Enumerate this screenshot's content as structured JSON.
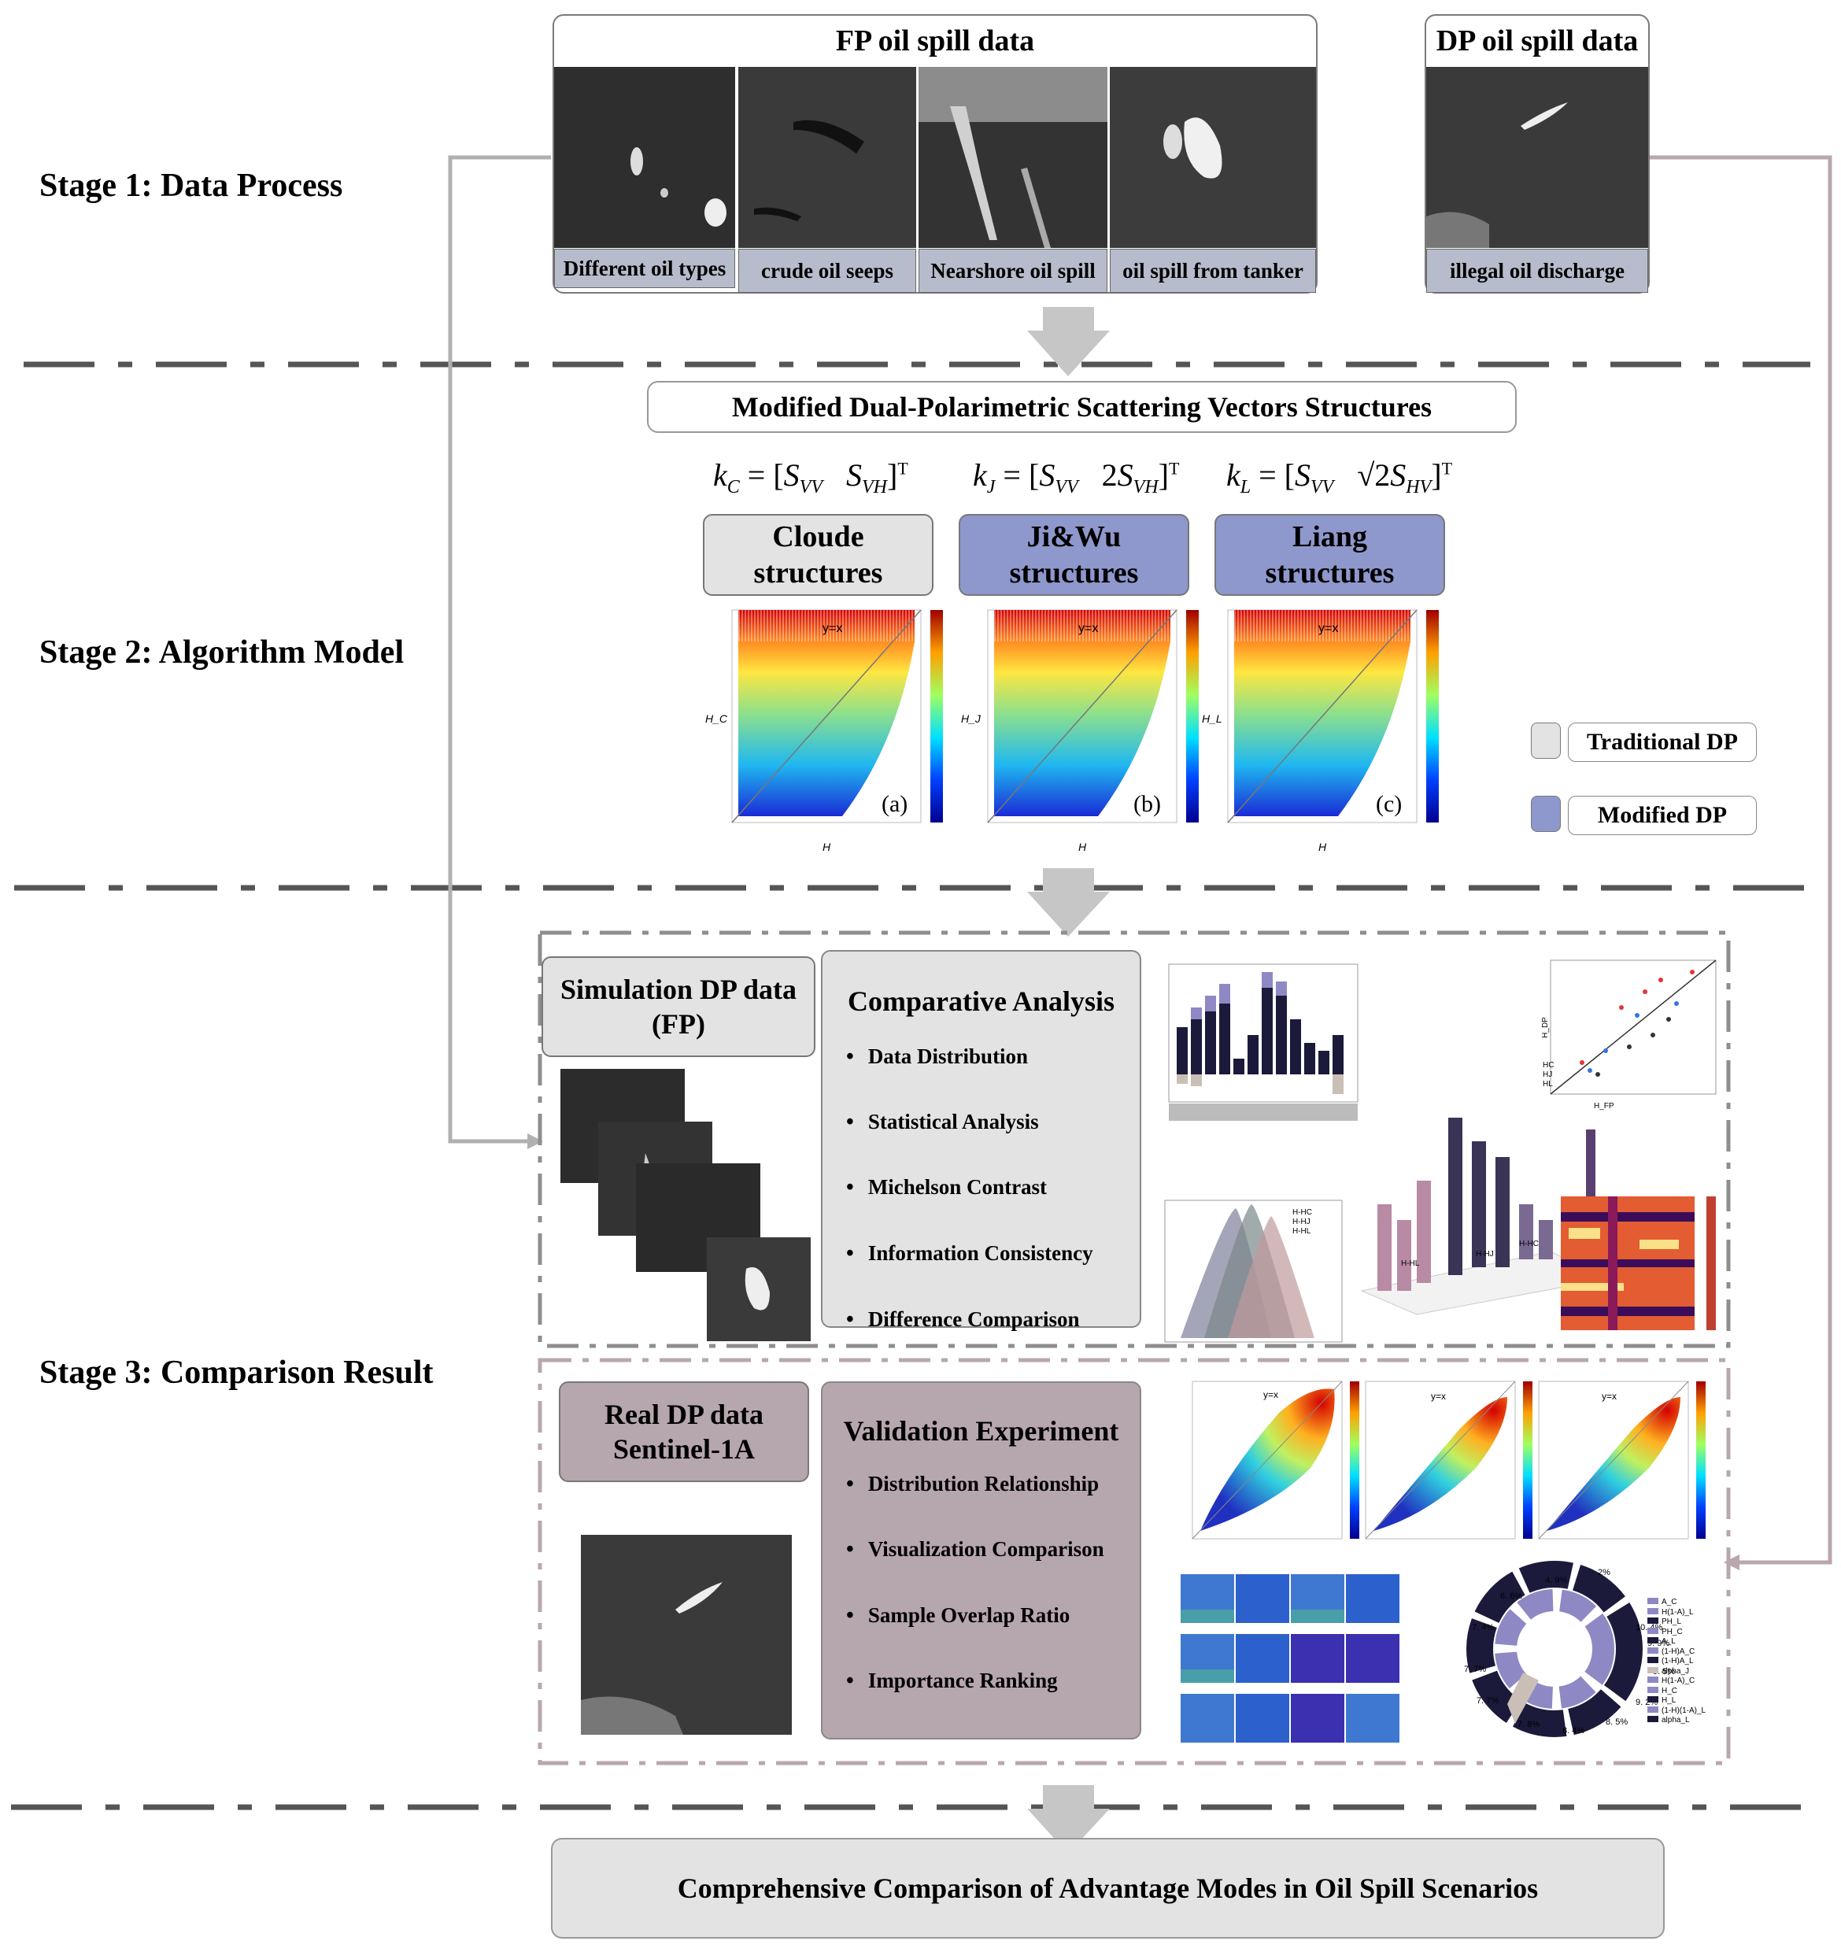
{
  "stages": {
    "s1": "Stage 1: Data Process",
    "s2": "Stage 2: Algorithm Model",
    "s3": "Stage 3: Comparison Result"
  },
  "fp_data": {
    "title": "FP oil spill data",
    "captions": [
      "Different oil types",
      "crude oil seeps",
      "Nearshore oil spill",
      "oil spill from tanker"
    ]
  },
  "dp_data": {
    "title": "DP oil spill data",
    "caption": "illegal oil discharge"
  },
  "algorithm": {
    "header": "Modified Dual-Polarimetric Scattering Vectors Structures",
    "formulas": {
      "c_lhs": "k",
      "c_sub": "C",
      "j_lhs": "k",
      "j_sub": "J",
      "l_lhs": "k",
      "l_sub": "L",
      "svv": "S",
      "svv_sub": "VV",
      "svh": "S",
      "svh_sub": "VH",
      "shv_sub": "HV",
      "two": "2",
      "sqrt2": "√2",
      "T": "T"
    },
    "structures": [
      {
        "line1": "Cloude",
        "line2": "structures"
      },
      {
        "line1": "Ji&Wu",
        "line2": "structures"
      },
      {
        "line1": "Liang",
        "line2": "structures"
      }
    ],
    "plots": [
      {
        "label": "(a)",
        "annot": "y=x",
        "ylabel": "H_C",
        "xlabel": "H"
      },
      {
        "label": "(b)",
        "annot": "y=x",
        "ylabel": "H_J",
        "xlabel": "H"
      },
      {
        "label": "(c)",
        "annot": "y=x",
        "ylabel": "H_L",
        "xlabel": "H"
      }
    ],
    "legend": {
      "traditional": "Traditional DP",
      "modified": "Modified DP"
    }
  },
  "simulation": {
    "title_line1": "Simulation DP data",
    "title_line2": "(FP)",
    "panel_title": "Comparative Analysis",
    "items": [
      "Data Distribution",
      "Statistical Analysis",
      "Michelson Contrast",
      "Information Consistency",
      "Difference Comparison"
    ],
    "hist_legend": [
      "H-HC",
      "H-HJ",
      "H-HL"
    ],
    "scatter_legend": [
      "HC",
      "HJ",
      "HL"
    ],
    "scatter_xlabel": "H_FP",
    "scatter_ylabel": "H_DP",
    "bar3d_labels": [
      "H-HL",
      "H-HJ",
      "H-HC"
    ]
  },
  "real": {
    "title_line1": "Real DP data",
    "title_line2": "Sentinel-1A",
    "panel_title": "Validation Experiment",
    "items": [
      "Distribution Relationship",
      "Visualization Comparison",
      "Sample Overlap Ratio",
      "Importance Ranking"
    ],
    "scatter_annot": "y=x",
    "ring_labels": [
      "2%",
      "4. 9%",
      "10. 4%",
      "9. 9%",
      "9. 5%",
      "9. 2%",
      "8. 5%",
      "8. 4%",
      "7. 8%",
      "7. 7%",
      "7. 7%",
      "7. 4%",
      "6. 6%"
    ],
    "ring_legend": [
      "A_C",
      "H(1-A)_L",
      "PH_L",
      "PH_C",
      "A_L",
      "(1-H)A_C",
      "(1-H)A_L",
      "alpha_J",
      "H(1-A)_C",
      "H_C",
      "H_L",
      "(1-H)(1-A)_L",
      "alpha_L"
    ]
  },
  "final": {
    "title": "Comprehensive Comparison of Advantage Modes in Oil Spill Scenarios"
  },
  "colors": {
    "traditional": "#e3e3e3",
    "modified": "#8e98cc",
    "real": "#b6a6ad",
    "caption": "#b6bccb",
    "arrow": "#c9c9c9",
    "connector_left": "#b0b0b0",
    "connector_right": "#b9a7ae"
  }
}
